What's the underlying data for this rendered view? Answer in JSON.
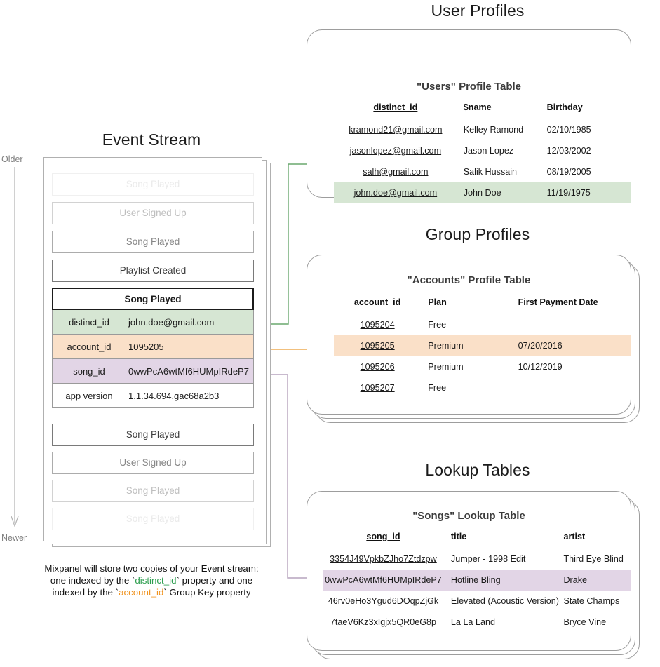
{
  "colors": {
    "green_fill": "#d6e6d3",
    "green_line": "#6aa86f",
    "orange_fill": "#fae0c8",
    "orange_line": "#eea94a",
    "purple_fill": "#e2d5e6",
    "purple_line": "#9b87a3",
    "card_border": "#9d9d9d",
    "muted_text": "#808080",
    "token_green": "#2e9e4f",
    "token_orange": "#f0931f"
  },
  "event_stream": {
    "title": "Event Stream",
    "axis": {
      "older_label": "Older",
      "newer_label": "Newer",
      "arrow_icon": "down-arrow-icon"
    },
    "events_above": [
      {
        "label": "Song Played",
        "fade": "f10"
      },
      {
        "label": "User Signed Up",
        "fade": "f30"
      },
      {
        "label": "Song Played",
        "fade": "f60"
      },
      {
        "label": "Playlist Created",
        "fade": "f100"
      }
    ],
    "selected_event": {
      "name": "Song Played",
      "properties": [
        {
          "key": "distinct_id",
          "value": "john.doe@gmail.com",
          "highlight": "green"
        },
        {
          "key": "account_id",
          "value": "1095205",
          "highlight": "orange"
        },
        {
          "key": "song_id",
          "value": "0wwPcA6wtMf6HUMpIRdeP7",
          "highlight": "purple"
        },
        {
          "key": "app version",
          "value": "1.1.34.694.gac68a2b3",
          "highlight": "none"
        }
      ]
    },
    "events_below": [
      {
        "label": "Song Played",
        "fade": "f100"
      },
      {
        "label": "User Signed Up",
        "fade": "f60"
      },
      {
        "label": "Song Played",
        "fade": "f30"
      },
      {
        "label": "Song Played",
        "fade": "f10"
      }
    ],
    "caption": {
      "line1": "Mixpanel will store two copies of your Event stream:",
      "line2_pre": "one indexed by the `",
      "line2_token": "distinct_id",
      "line2_post": "` property and one",
      "line3_pre": "indexed by the `",
      "line3_token": "account_id",
      "line3_post": "` Group Key property"
    }
  },
  "panels": {
    "user_profiles": {
      "heading": "User Profiles",
      "table_title": "\"Users\" Profile Table",
      "columns": [
        "distinct_id",
        "$name",
        "Birthday"
      ],
      "rows": [
        {
          "cells": [
            "kramond21@gmail.com",
            "Kelley Ramond",
            "02/10/1985"
          ],
          "highlight": "none"
        },
        {
          "cells": [
            "jasonlopez@gmail.com",
            "Jason Lopez",
            "12/03/2002"
          ],
          "highlight": "none"
        },
        {
          "cells": [
            "salh@gmail.com",
            "Salik Hussain",
            "08/19/2005"
          ],
          "highlight": "none"
        },
        {
          "cells": [
            "john.doe@gmail.com",
            "John Doe",
            "11/19/1975"
          ],
          "highlight": "green"
        }
      ],
      "stack_count": 1
    },
    "group_profiles": {
      "heading": "Group Profiles",
      "table_title": "\"Accounts\" Profile Table",
      "columns": [
        "account_id",
        "Plan",
        "First Payment Date"
      ],
      "rows": [
        {
          "cells": [
            "1095204",
            "Free",
            ""
          ],
          "highlight": "none"
        },
        {
          "cells": [
            "1095205",
            "Premium",
            "07/20/2016"
          ],
          "highlight": "orange"
        },
        {
          "cells": [
            "1095206",
            "Premium",
            "10/12/2019"
          ],
          "highlight": "none"
        },
        {
          "cells": [
            "1095207",
            "Free",
            ""
          ],
          "highlight": "none"
        }
      ],
      "stack_count": 3
    },
    "lookup_tables": {
      "heading": "Lookup Tables",
      "table_title": "\"Songs\" Lookup Table",
      "columns": [
        "song_id",
        "title",
        "artist"
      ],
      "rows": [
        {
          "cells": [
            "3354J49VpkbZJho7Ztdzpw",
            "Jumper - 1998 Edit",
            "Third Eye Blind"
          ],
          "highlight": "none"
        },
        {
          "cells": [
            "0wwPcA6wtMf6HUMpIRdeP7",
            "Hotline Bling",
            "Drake"
          ],
          "highlight": "purple"
        },
        {
          "cells": [
            "46rv0eHo3Ygud6DOqpZjGk",
            "Elevated (Acoustic Version)",
            "State Champs"
          ],
          "highlight": "none"
        },
        {
          "cells": [
            "7taeV6Kz3xIgjx5QR0eG8p",
            "La La Land",
            "Bryce Vine"
          ],
          "highlight": "none"
        }
      ],
      "stack_count": 3
    }
  },
  "connectors": [
    {
      "name": "distinct-id-to-users",
      "color": "#6aa86f"
    },
    {
      "name": "account-id-to-accounts",
      "color": "#eea94a"
    },
    {
      "name": "song-id-to-songs",
      "color": "#9b87a3"
    }
  ]
}
